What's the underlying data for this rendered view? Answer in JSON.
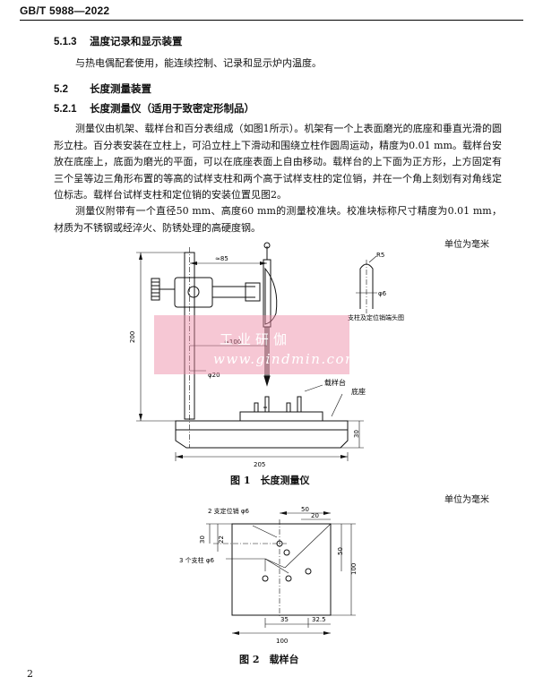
{
  "header": {
    "code": "GB/T 5988—2022"
  },
  "s513": {
    "num": "5.1.3",
    "title": "温度记录和显示装置"
  },
  "p513": "与热电偶配套使用，能连续控制、记录和显示炉内温度。",
  "s52": {
    "num": "5.2",
    "title": "长度测量装置"
  },
  "s521": {
    "num": "5.2.1",
    "title": "长度测量仪（适用于致密定形制品）"
  },
  "p521a": "测量仪由机架、载样台和百分表组成（如图1所示）。机架有一个上表面磨光的底座和垂直光滑的圆形立柱。百分表安装在立柱上，可沿立柱上下滑动和围绕立柱作圆周运动，精度为0.01 mm。载样台安放在底座上，底面为磨光的平面，可以在底座表面上自由移动。载样台的上下面为正方形，上方固定有三个呈等边三角形布置的等高的试样支柱和两个高于试样支柱的定位销，并在一个角上刻划有对角线定位标志。载样台试样支柱和定位销的安装位置见图2。",
  "p521b": "测量仪附带有一个直径50 mm、高度60 mm的测量校准块。校准块标称尺寸精度为0.01 mm，材质为不锈钢或经淬火、防锈处理的高硬度钢。",
  "unit1": "单位为毫米",
  "unit2": "单位为毫米",
  "fig1": {
    "caption": "图 1　长度测量仪",
    "dim_85": "≈85",
    "dim_200": "200",
    "dim_100": "≈100",
    "dim_20": "φ20",
    "dim_30": "30",
    "dim_205": "205",
    "dim_r5": "R5",
    "dim_6": "φ6",
    "label_pin": "支柱及定位销端头图",
    "label_stage": "载样台",
    "label_base": "底座"
  },
  "fig2": {
    "caption": "图 2　载样台",
    "label_pins": "2 支定位销 φ6",
    "label_posts": "3 个支柱 φ6",
    "dim_50a": "50",
    "dim_20": "20",
    "dim_30": "30",
    "dim_22": "22",
    "dim_50b": "50",
    "dim_100a": "100",
    "dim_35": "35",
    "dim_32_5": "32.5",
    "dim_100b": "100"
  },
  "watermark": {
    "line1": "工业研伽",
    "line2": "www.gindmin.com"
  },
  "page_number": "2"
}
